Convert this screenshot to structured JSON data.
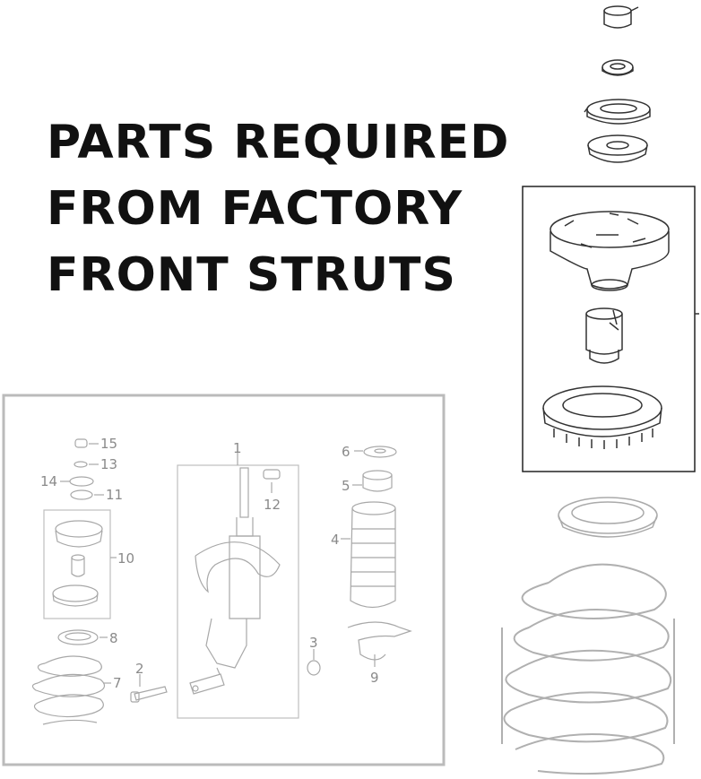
{
  "heading": {
    "line1": "PARTS REQUIRED",
    "line2": "FROM FACTORY",
    "line3": "FRONT STRUTS"
  },
  "callouts": [
    "1",
    "2",
    "3",
    "4",
    "5",
    "6",
    "7",
    "8",
    "9",
    "10",
    "11",
    "12",
    "13",
    "14",
    "15"
  ],
  "colors": {
    "heading": "#111111",
    "line_dark": "#333333",
    "line_faint": "#aaaaaa",
    "label": "#8a8a8a"
  }
}
